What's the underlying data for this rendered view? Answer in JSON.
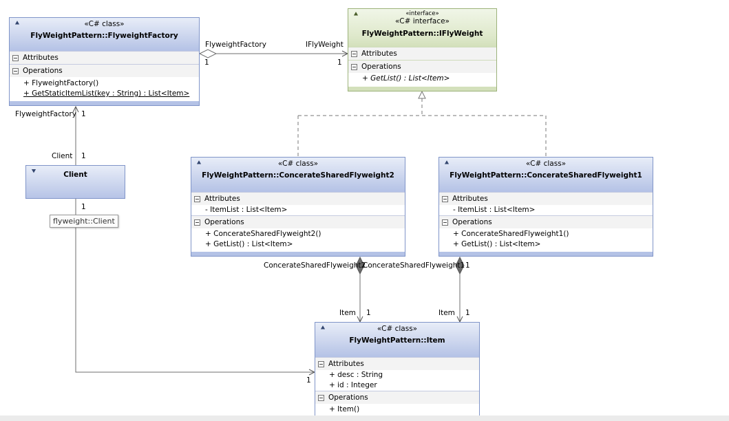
{
  "classes": {
    "factory": {
      "stereotype": "«C# class»",
      "name": "FlyWeightPattern::FlyweightFactory",
      "attributes_label": "Attributes",
      "operations_label": "Operations",
      "operations": [
        "+ FlyweightFactory()",
        "+ GetStaticItemList(key : String) : List<Item>"
      ]
    },
    "iflyweight": {
      "stereotype_small": "«interface»",
      "stereotype": "«C# interface»",
      "name": "FlyWeightPattern::IFlyWeight",
      "attributes_label": "Attributes",
      "operations_label": "Operations",
      "operations": [
        "+ GetList() : List<Item>"
      ]
    },
    "client": {
      "name": "Client"
    },
    "shared2": {
      "stereotype": "«C# class»",
      "name": "FlyWeightPattern::ConcerateSharedFlyweight2",
      "attributes_label": "Attributes",
      "attributes": [
        "- ItemList : List<Item>"
      ],
      "operations_label": "Operations",
      "operations": [
        "+ ConcerateSharedFlyweight2()",
        "+ GetList() : List<Item>"
      ]
    },
    "shared1": {
      "stereotype": "«C# class»",
      "name": "FlyWeightPattern::ConcerateSharedFlyweight1",
      "attributes_label": "Attributes",
      "attributes": [
        "- ItemList : List<Item>"
      ],
      "operations_label": "Operations",
      "operations": [
        "+ ConcerateSharedFlyweight1()",
        "+ GetList() : List<Item>"
      ]
    },
    "item": {
      "stereotype": "«C# class»",
      "name": "FlyWeightPattern::Item",
      "attributes_label": "Attributes",
      "attributes": [
        "+ desc : String",
        "+ id : Integer"
      ],
      "operations_label": "Operations",
      "operations": [
        "+ Item()"
      ]
    }
  },
  "labels": {
    "factory_role": "FlyweightFactory",
    "factory_mult": "1",
    "iflyweight_role": "IFlyWeight",
    "iflyweight_mult": "1",
    "client_factory_role": "FlyweightFactory",
    "client_factory_mult": "1",
    "client_role": "Client",
    "client_mult": "1",
    "client_item_mult_top": "1",
    "client_item_mult": "1",
    "s2_role": "ConcerateSharedFlyweight2",
    "s1_role": "ConcerateSharedFlyweight1",
    "s1_mult": "1",
    "s2_item_role": "Item",
    "s2_item_mult": "1",
    "s1_item_role": "Item",
    "s1_item_mult": "1"
  },
  "tooltip": "flyweight::Client"
}
